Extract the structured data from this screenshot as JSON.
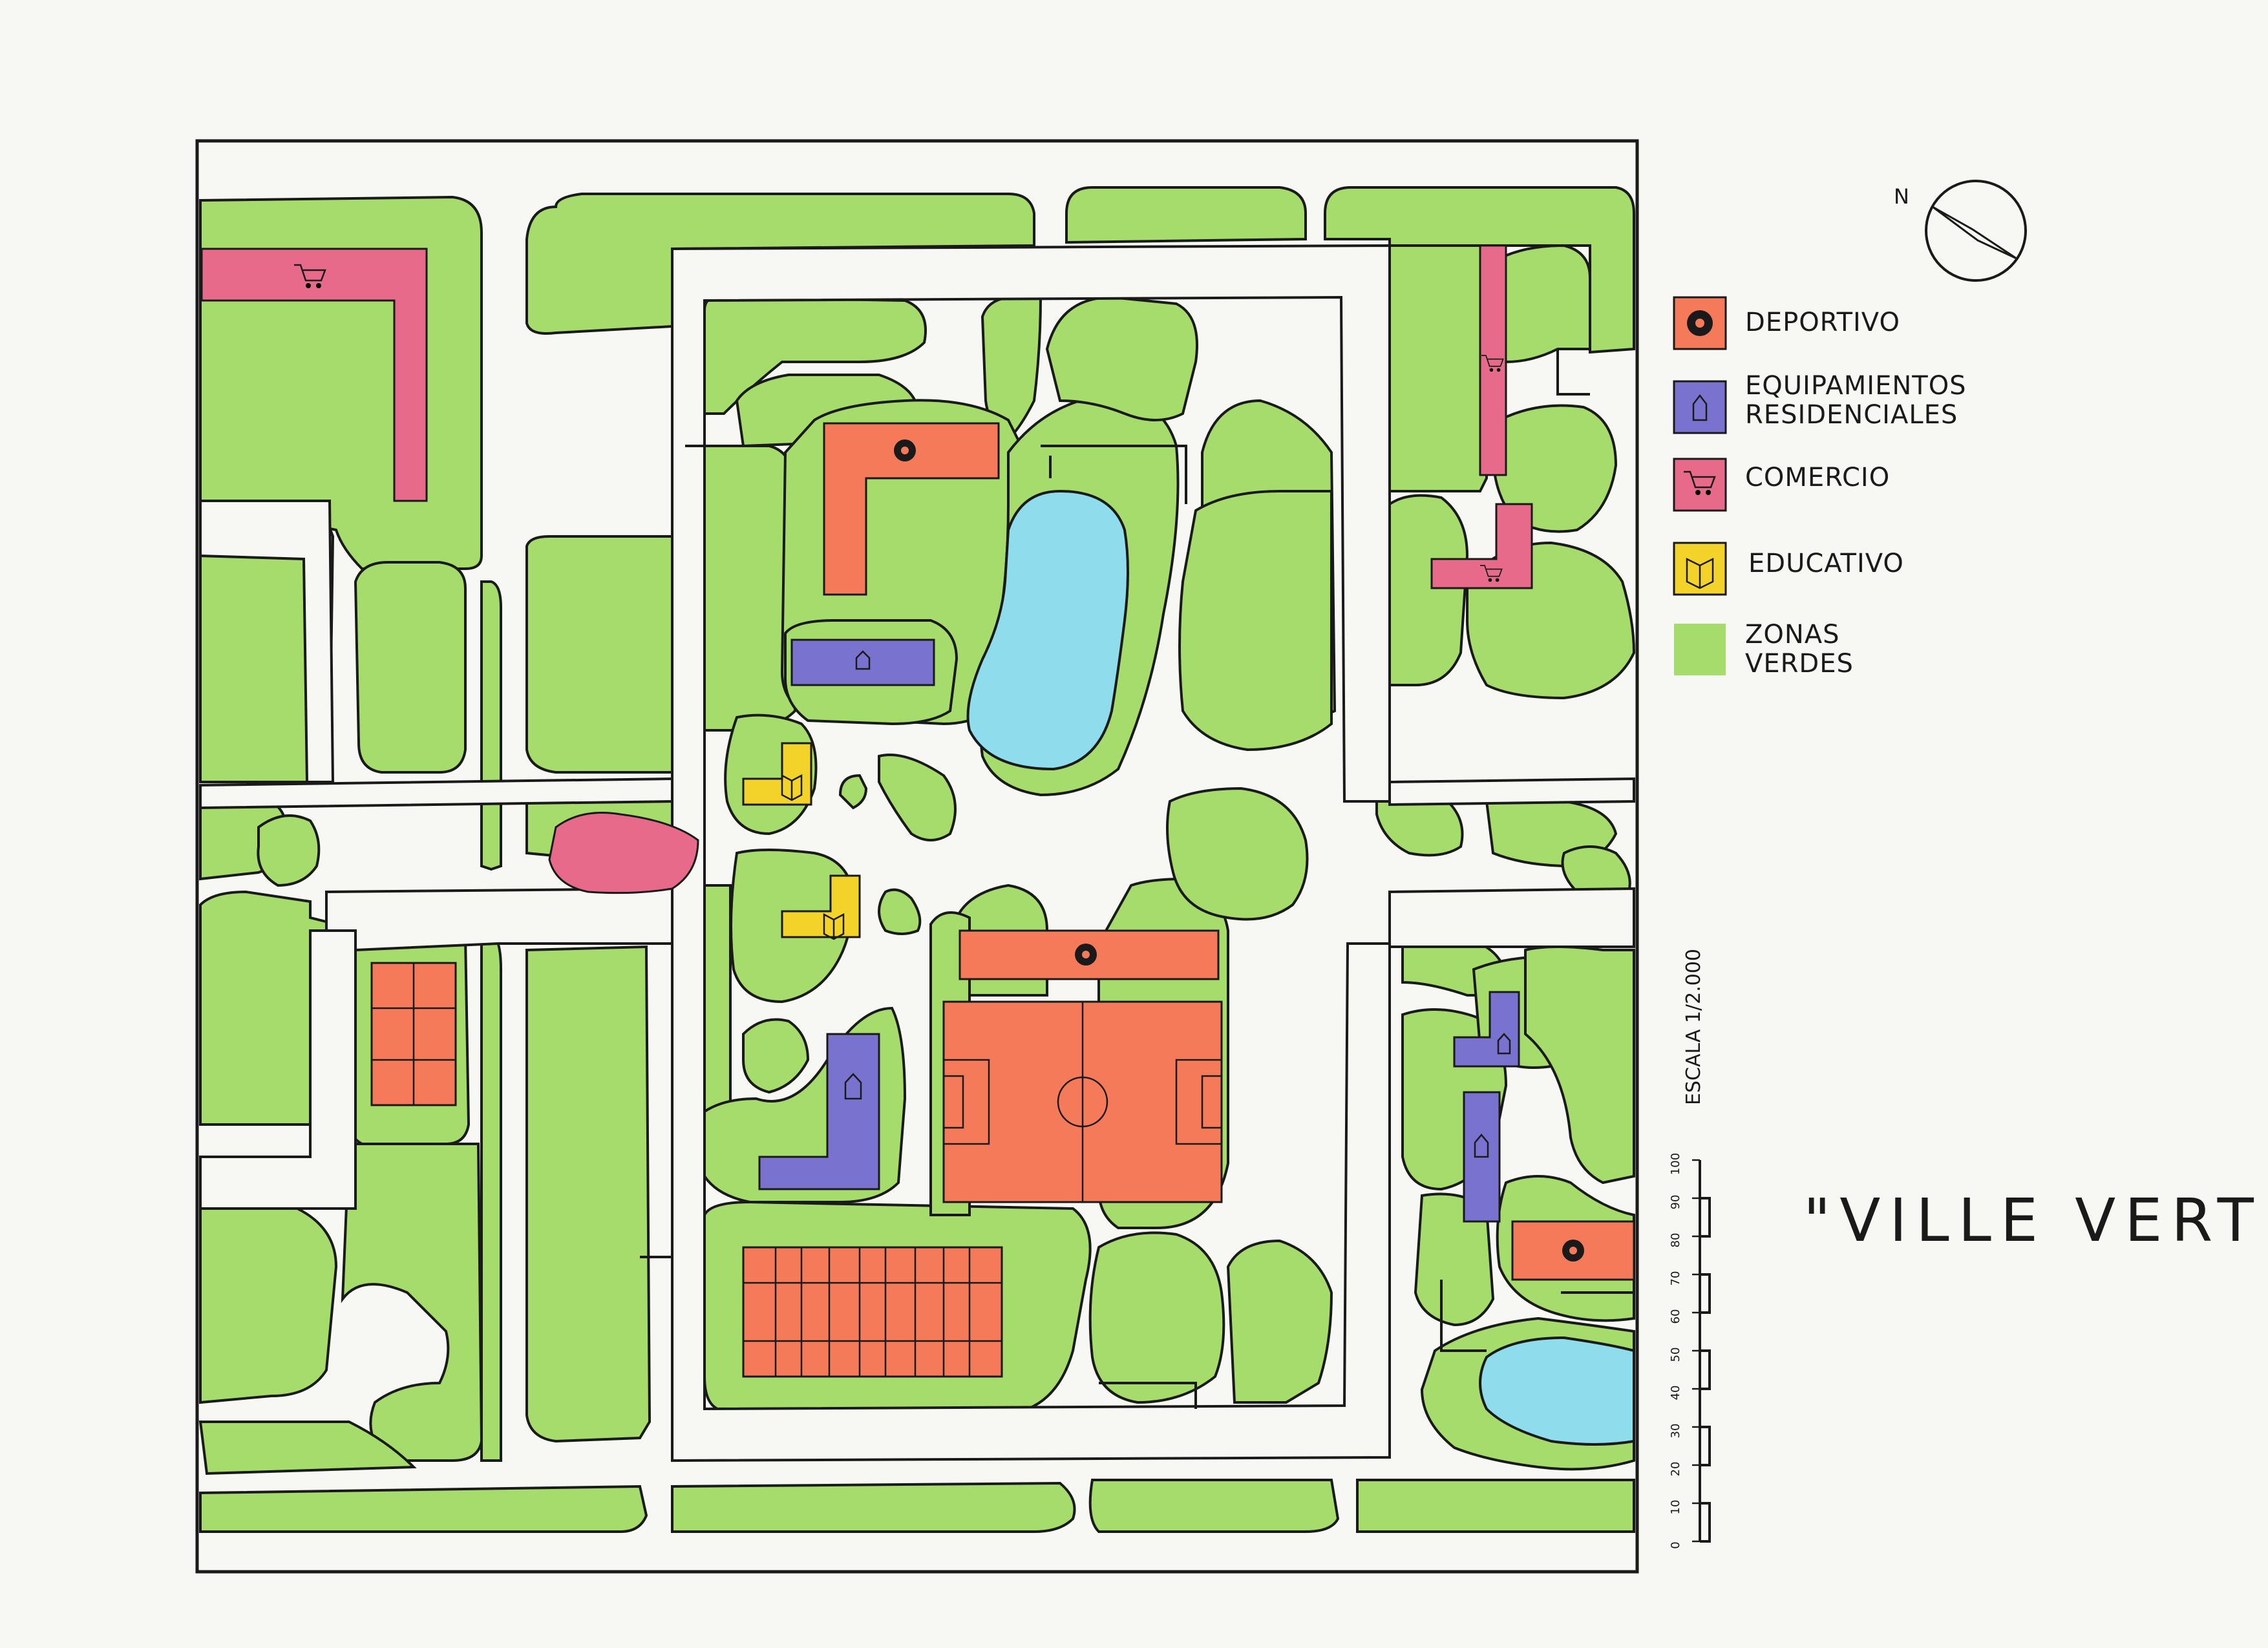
{
  "title": "\"VILLE VERTE\"",
  "north_label": "N",
  "legend": {
    "items": [
      {
        "label": "DEPORTIVO",
        "color": "#f47a5a",
        "icon": "soccer-ball-icon"
      },
      {
        "label": "EQUIPAMIENTOS",
        "label2": "RESIDENCIALES",
        "color": "#7a72cf",
        "icon": "house-icon"
      },
      {
        "label": "COMERCIO",
        "color": "#e86a8a",
        "icon": "shopping-cart-icon"
      },
      {
        "label": "EDUCATIVO",
        "color": "#f3d22a",
        "icon": "open-book-icon"
      },
      {
        "label": "ZONAS",
        "label2": "VERDES",
        "color": "#a6dc6c",
        "icon": ""
      }
    ]
  },
  "scale": {
    "label": "ESCALA 1/2.000",
    "ticks": [
      "0",
      "10",
      "20",
      "30",
      "40",
      "50",
      "60",
      "70",
      "80",
      "90",
      "100"
    ]
  },
  "colors": {
    "green": "#a6dc6c",
    "sport": "#f47a5a",
    "residential": "#7a72cf",
    "commerce": "#e86a8a",
    "education": "#f3d22a",
    "water": "#8fdcec"
  }
}
